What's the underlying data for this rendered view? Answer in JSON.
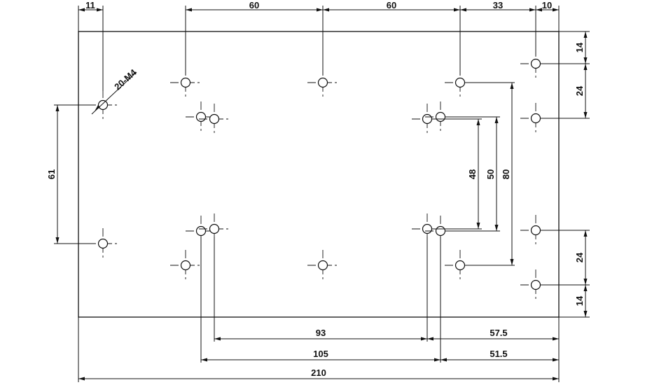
{
  "drawing": {
    "hole_callout": "20-M4",
    "dims": {
      "top_11": "11",
      "top_60a": "60",
      "top_60b": "60",
      "top_33": "33",
      "top_10": "10",
      "right_14a": "14",
      "right_24a": "24",
      "right_24b": "24",
      "right_14b": "14",
      "left_61": "61",
      "inner_48": "48",
      "inner_50": "50",
      "inner_80": "80",
      "bottom_93": "93",
      "bottom_57_5": "57.5",
      "bottom_105": "105",
      "bottom_51_5": "51.5",
      "bottom_210": "210"
    }
  }
}
